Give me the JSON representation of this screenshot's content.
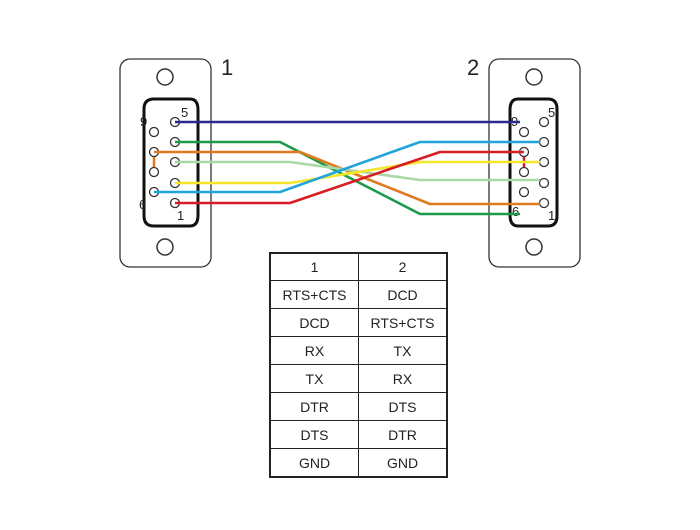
{
  "connectors": [
    {
      "id": "1",
      "label": "1",
      "pin_labels": {
        "top_right": "5",
        "top_left": "9",
        "bottom_left": "6",
        "bottom_right": "1"
      }
    },
    {
      "id": "2",
      "label": "2",
      "pin_labels": {
        "top_left": "9",
        "top_right": "5",
        "bottom_left": "6",
        "bottom_right": "1"
      }
    }
  ],
  "wires": [
    {
      "color": "#2b2a8c",
      "from": "c1-5",
      "to": "c2-9"
    },
    {
      "color": "#1b9a48",
      "from": "c1-4",
      "to": "c2-6"
    },
    {
      "color": "#e07a20",
      "from": "c1-bridge",
      "to": "c2-1"
    },
    {
      "color": "#a8d7a8",
      "from": "c1-3",
      "to": "c2-2"
    },
    {
      "color": "#f5e62a",
      "from": "c1-2",
      "to": "c2-3"
    },
    {
      "color": "#1fa4dc",
      "from": "c1-6",
      "to": "c2-4"
    },
    {
      "color": "#d81e24",
      "from": "c1-1",
      "to": "c2-bridge"
    }
  ],
  "table": {
    "headers": [
      "1",
      "2"
    ],
    "rows": [
      [
        "RTS+CTS",
        "DCD"
      ],
      [
        "DCD",
        "RTS+CTS"
      ],
      [
        "RX",
        "TX"
      ],
      [
        "TX",
        "RX"
      ],
      [
        "DTR",
        "DTS"
      ],
      [
        "DTS",
        "DTR"
      ],
      [
        "GND",
        "GND"
      ]
    ]
  }
}
